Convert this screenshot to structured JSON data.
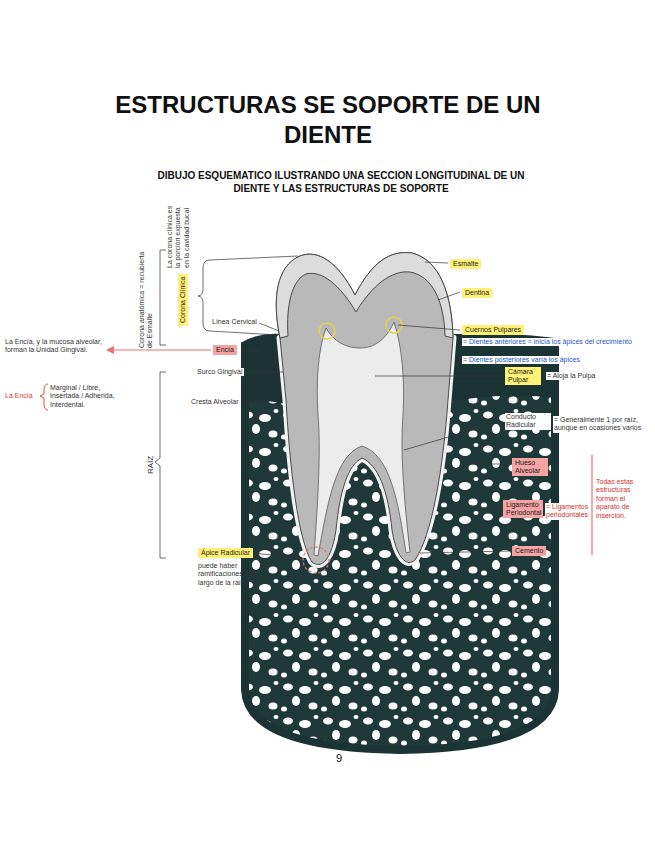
{
  "diagram": {
    "title": "ESTRUCTURAS SE SOPORTE DE UN DIENTE",
    "nodes": [
      {
        "text": [
          "Esmalte"
        ]
      },
      {
        "text": [
          "Dentina"
        ]
      },
      {
        "text": [
          "Cuernos Pulpares"
        ]
      },
      {
        "text": [
          "Cámara Pulpar"
        ]
      },
      {
        "text": [
          "Hueso Alveolar"
        ]
      },
      {
        "text": [
          "Ligamento Periodontal"
        ]
      },
      {
        "text": [
          "Cemento"
        ]
      },
      {
        "text": [
          "Encía"
        ]
      },
      {
        "text": [
          "Corona Clínica"
        ]
      },
      {
        "text": [
          "Ápice Radicular"
        ]
      }
    ],
    "labels": [
      "DIBUJO ESQUEMATICO ILUSTRANDO UNA SECCION LONGITUDINAL DE UN DIENTE Y LAS ESTRUCTURAS DE SOPORTE",
      "Línea Cervical",
      "Surco Gingival",
      "Cresta Alveolar",
      "Conducto Radicular",
      "= Dientes anteriores = inicia los ápices del crecimiento",
      "= Dientes posteriores varía los ápices",
      "= Aloja la Pulpa",
      "= Generalmente 1 por raíz, aunque en ocasiones varios",
      "= Ligamentos periodontales",
      "Todas estas estructuras forman el aparato de inserción.",
      "La Encía, y la mucosa alveolar, forman la Unidad Gingival.",
      "La Encía",
      "Marginal / Libre, Insertada / Adherida, Interdental.",
      "puede haber ramificaciones a lo largo de la raíz",
      "Corona anatómica = recubierta de Esmalte",
      "La corona clínica es la porción expuesta en la cavidad bucal",
      "RAÍZ",
      "9"
    ]
  }
}
